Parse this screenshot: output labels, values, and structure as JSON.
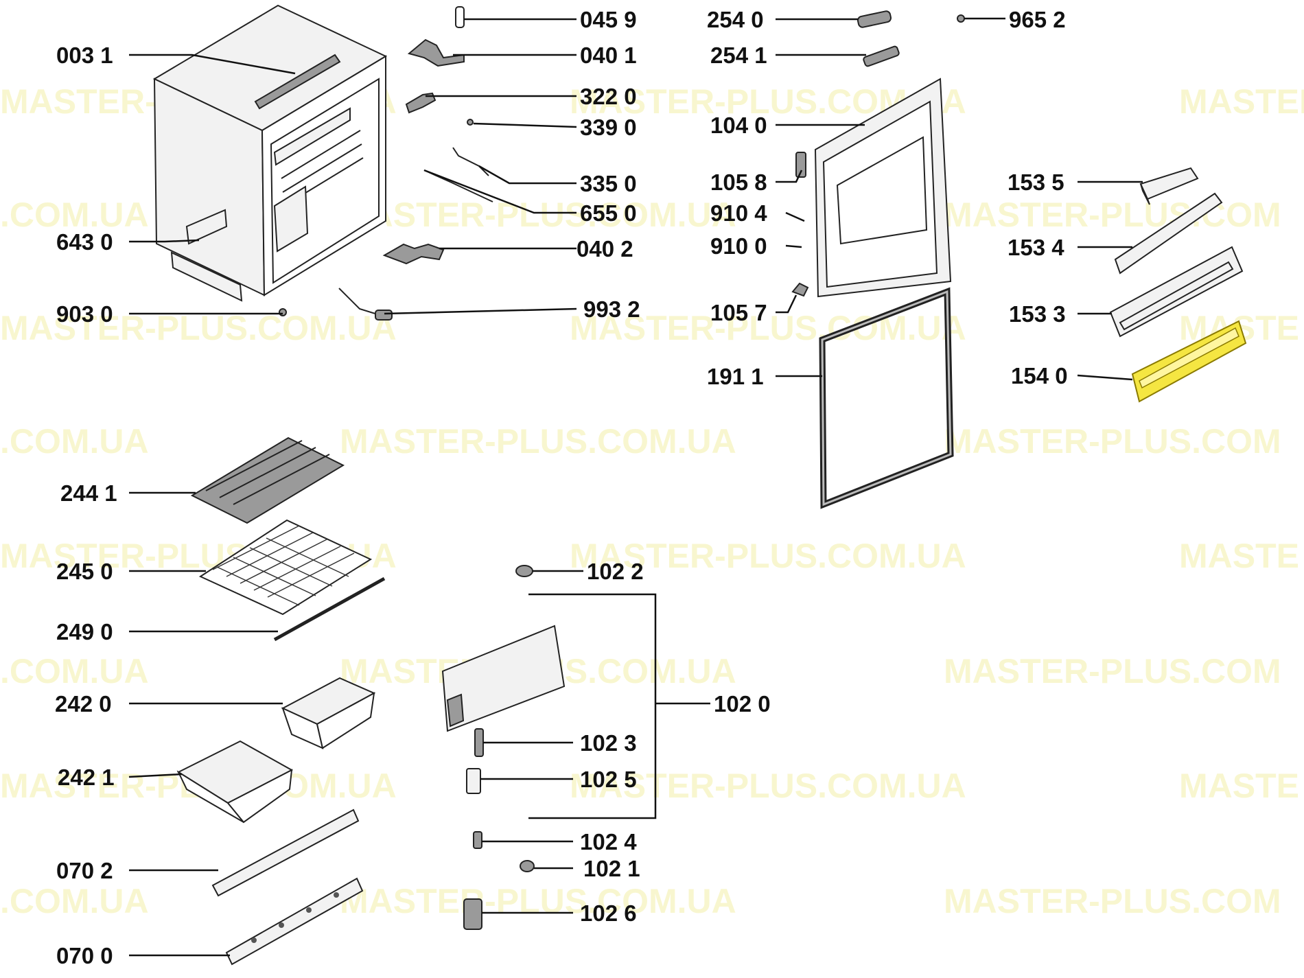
{
  "colors": {
    "highlight": "#f5e642",
    "watermark": "#f3f0a8"
  },
  "watermarks": [
    "MASTER-PLUS.COM.UA",
    "MASTER-PLUS.COM.UA",
    "MASTER",
    ".COM.UA",
    "MASTER-PLUS.COM.UA",
    "MASTER-PLUS.COM",
    "MASTER-PLUS.COM.UA",
    "MASTER-PLUS.COM.UA",
    "MASTE",
    ".COM.UA",
    "MASTER-PLUS.COM.UA",
    "MASTER-PLUS.COM",
    "MASTER-PLUS.COM.UA",
    "MASTER-PLUS.COM.UA",
    "MASTE",
    ".COM.UA",
    "MASTER-PLUS.COM.UA",
    "MASTER-PLUS.COM",
    "MASTER-PLUS.COM.UA",
    "MASTER-PLUS.COM.UA",
    "MASTE",
    ".COM.UA",
    "MASTER-PLUS.COM.UA",
    "MASTER-PLUS.COM"
  ],
  "parts": [
    {
      "id": "0031",
      "label": "003 1"
    },
    {
      "id": "6430",
      "label": "643 0"
    },
    {
      "id": "9030",
      "label": "903 0"
    },
    {
      "id": "0459",
      "label": "045 9"
    },
    {
      "id": "0401",
      "label": "040 1"
    },
    {
      "id": "3220",
      "label": "322 0"
    },
    {
      "id": "3390",
      "label": "339 0"
    },
    {
      "id": "3350",
      "label": "335 0"
    },
    {
      "id": "6550",
      "label": "655 0"
    },
    {
      "id": "0402",
      "label": "040 2"
    },
    {
      "id": "9932",
      "label": "993 2"
    },
    {
      "id": "2540",
      "label": "254 0"
    },
    {
      "id": "2541",
      "label": "254 1"
    },
    {
      "id": "1040",
      "label": "104 0"
    },
    {
      "id": "1058",
      "label": "105 8"
    },
    {
      "id": "9104",
      "label": "910 4"
    },
    {
      "id": "9100",
      "label": "910 0"
    },
    {
      "id": "1057",
      "label": "105 7"
    },
    {
      "id": "1911",
      "label": "191 1"
    },
    {
      "id": "9652",
      "label": "965 2"
    },
    {
      "id": "1535",
      "label": "153 5"
    },
    {
      "id": "1534",
      "label": "153 4"
    },
    {
      "id": "1533",
      "label": "153 3"
    },
    {
      "id": "1540",
      "label": "154 0"
    },
    {
      "id": "2441",
      "label": "244 1"
    },
    {
      "id": "2450",
      "label": "245 0"
    },
    {
      "id": "2490",
      "label": "249 0"
    },
    {
      "id": "2420",
      "label": "242 0"
    },
    {
      "id": "2421",
      "label": "242 1"
    },
    {
      "id": "0702",
      "label": "070 2"
    },
    {
      "id": "0700",
      "label": "070 0"
    },
    {
      "id": "1022",
      "label": "102 2"
    },
    {
      "id": "1020",
      "label": "102 0"
    },
    {
      "id": "1023",
      "label": "102 3"
    },
    {
      "id": "1025",
      "label": "102 5"
    },
    {
      "id": "1024",
      "label": "102 4"
    },
    {
      "id": "1021",
      "label": "102 1"
    },
    {
      "id": "1026",
      "label": "102 6"
    }
  ]
}
